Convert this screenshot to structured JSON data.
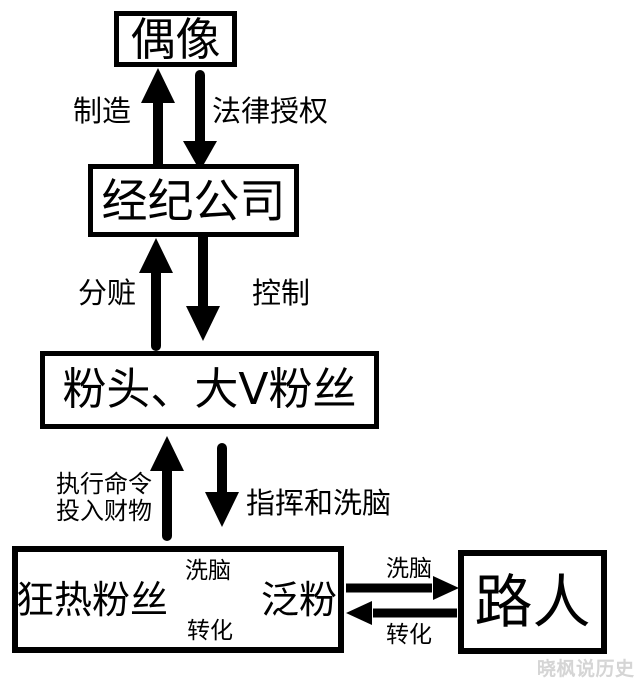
{
  "canvas": {
    "background": "#ffffff",
    "ink": "#000000"
  },
  "nodes": {
    "idol": {
      "label": "偶像"
    },
    "agency": {
      "label": "经纪公司"
    },
    "fan_leaders": {
      "label": "粉头、大V粉丝"
    },
    "fanatic_fans": {
      "label": "狂热粉丝"
    },
    "casual_fans": {
      "label": "泛粉"
    },
    "passersby": {
      "label": "路人"
    }
  },
  "edge_labels": {
    "manufacture": "制造",
    "legal_authorization": "法律授权",
    "split_spoils": "分赃",
    "control": "控制",
    "execute_orders": "执行命令",
    "invest_money": "投入财物",
    "command_and_brainwash": "指挥和洗脑",
    "brainwash_inner": "洗脑",
    "convert_inner": "转化",
    "brainwash_outer": "洗脑",
    "convert_outer": "转化"
  },
  "watermark": {
    "text": "晓枫说历史",
    "color": "#d5d5d5"
  }
}
